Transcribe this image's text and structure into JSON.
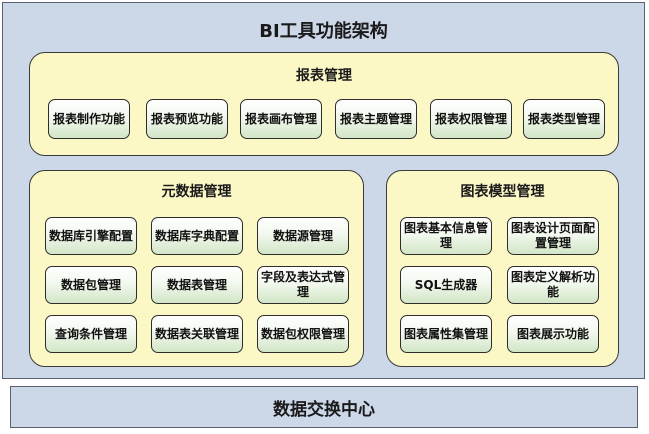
{
  "title": "BI工具功能架构",
  "report_mgmt": {
    "title": "报表管理",
    "items": [
      "报表制作功能",
      "报表预览功能",
      "报表画布管理",
      "报表主题管理",
      "报表权限管理",
      "报表类型管理"
    ]
  },
  "metadata_mgmt": {
    "title": "元数据管理",
    "items": [
      "数据库引擎配置",
      "数据库字典配置",
      "数据源管理",
      "数据包管理",
      "数据表管理",
      "字段及表达式管理",
      "查询条件管理",
      "数据表关联管理",
      "数据包权限管理"
    ]
  },
  "chart_model_mgmt": {
    "title": "图表模型管理",
    "items": [
      "图表基本信息管理",
      "图表设计页面配置管理",
      "SQL生成器",
      "图表定义解析功能",
      "图表属性集管理",
      "图表展示功能"
    ]
  },
  "footer": "数据交换中心"
}
